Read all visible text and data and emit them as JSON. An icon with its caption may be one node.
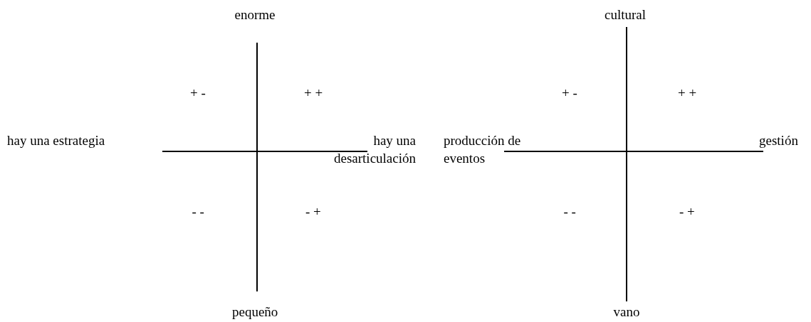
{
  "diagram": {
    "labels": [
      "enorme",
      "cultural",
      "+ -",
      "+ +",
      "+ -",
      "+ +",
      "hay una estrategia",
      "hay una desarticulación",
      "producción de eventos",
      "gestión",
      "- -",
      "- +",
      "- -",
      "- +",
      "pequeño",
      "vano"
    ]
  }
}
